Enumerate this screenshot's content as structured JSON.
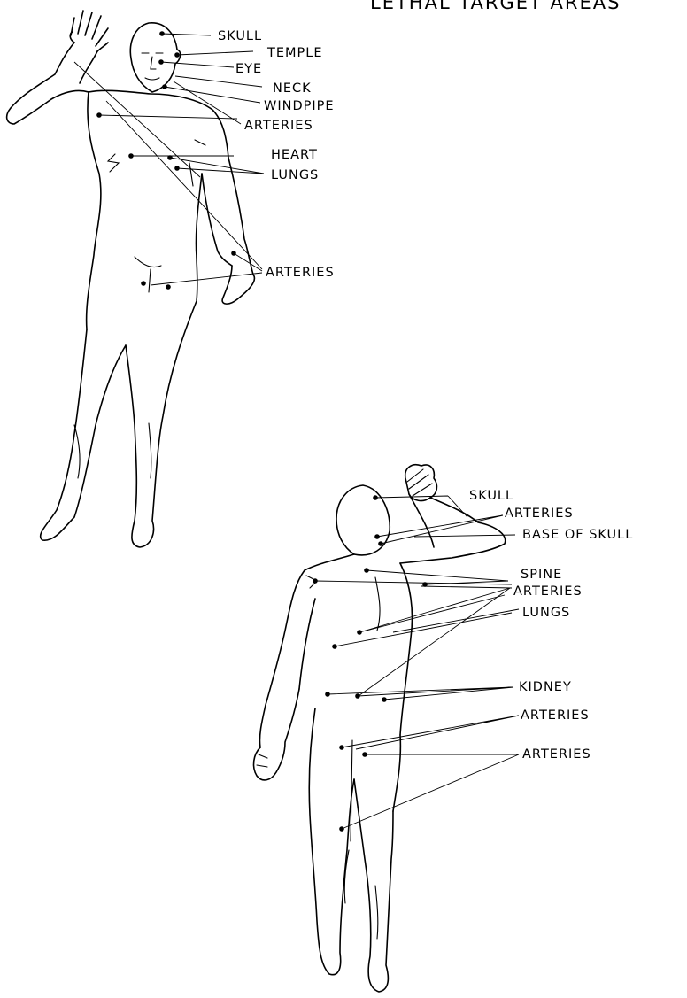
{
  "title": "LETHAL TARGET AREAS",
  "front_figure": {
    "labels": [
      "SKULL",
      "TEMPLE",
      "EYE",
      "NECK",
      "WINDPIPE",
      "ARTERIES",
      "HEART",
      "LUNGS",
      "ARTERIES"
    ]
  },
  "back_figure": {
    "labels": [
      "SKULL",
      "ARTERIES",
      "BASE OF SKULL",
      "SPINE",
      "ARTERIES",
      "LUNGS",
      "KIDNEY",
      "ARTERIES",
      "ARTERIES"
    ]
  }
}
